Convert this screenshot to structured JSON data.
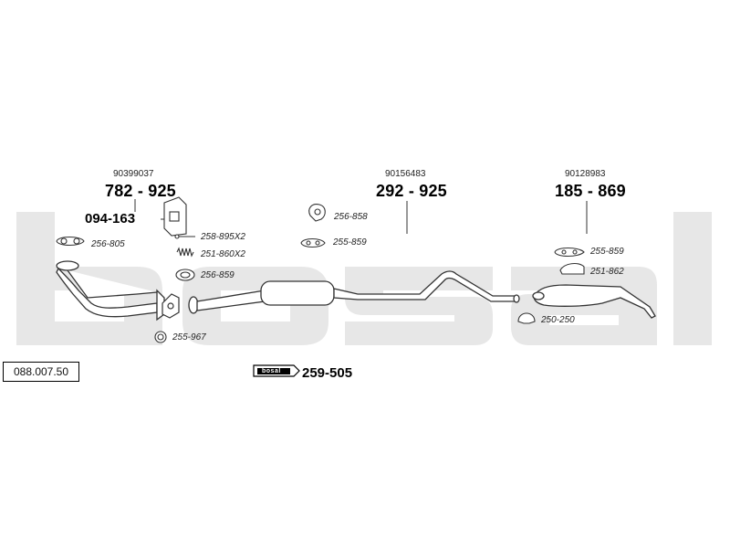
{
  "reference_box": "088.007.50",
  "oe_numbers": {
    "front": "90399037",
    "middle": "90156483",
    "rear": "90128983"
  },
  "main_parts": {
    "front": "782 - 925",
    "middle": "292 - 925",
    "rear": "185 - 869"
  },
  "accessories": {
    "bracket": "094-163",
    "p256_805": "256-805",
    "p258_895": "258-895X2",
    "p251_860": "251-860X2",
    "p256_859": "256-859",
    "p255_967": "255-967",
    "p256_858": "256-858",
    "p255_859_mid": "255-859",
    "p255_859_rear": "255-859",
    "p251_862": "251-862",
    "p250_250": "250-250"
  },
  "kit": {
    "logo": "bosal",
    "number": "259-505"
  },
  "watermark": "bosal",
  "colors": {
    "watermark": "#e7e7e7",
    "line": "#333333",
    "part_fill": "#ffffff"
  }
}
